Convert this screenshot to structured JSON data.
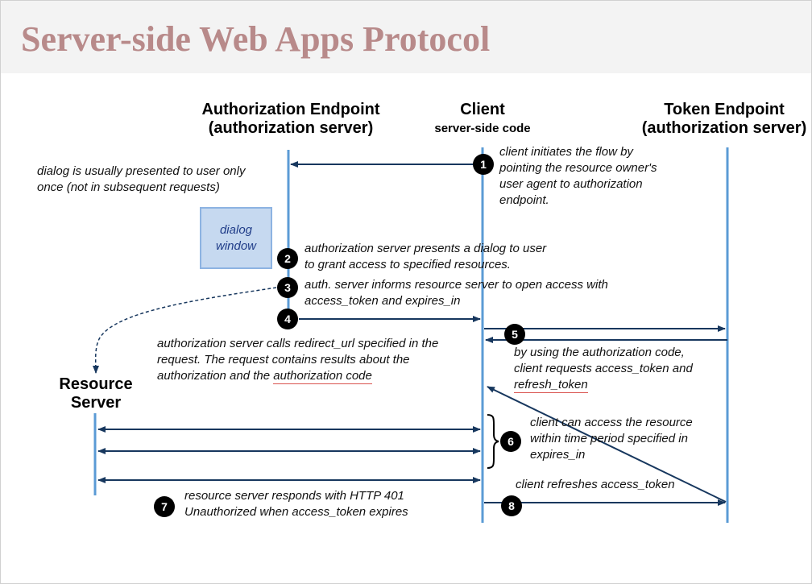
{
  "title": "Server-side Web Apps Protocol",
  "headers": {
    "auth_endpoint": {
      "line1": "Authorization Endpoint",
      "line2": "(authorization server)"
    },
    "client": {
      "line1": "Client",
      "line2": "server-side code"
    },
    "token_endpoint": {
      "line1": "Token Endpoint",
      "line2": "(authorization server)"
    },
    "resource_server": {
      "line1": "Resource",
      "line2": "Server"
    }
  },
  "dialog_window": {
    "line1": "dialog",
    "line2": "window"
  },
  "notes": {
    "dialog_once": [
      "dialog is usually presented to user only",
      "once (not in subsequent requests)"
    ],
    "step1": [
      "client initiates the flow by",
      "pointing the resource owner's",
      "user agent to authorization",
      "endpoint."
    ],
    "step2": [
      "authorization server presents a dialog to user",
      "to grant access to specified resources."
    ],
    "step3": [
      "auth. server informs resource server to open access with",
      "access_token and expires_in"
    ],
    "step4": [
      "authorization server calls redirect_url specified in the",
      "request. The request contains results about the",
      "authorization and the "
    ],
    "step4_underlined": "authorization code",
    "step5": [
      "by using the authorization code,",
      "client requests access_token and"
    ],
    "step5_underlined": "refresh_token",
    "step6": [
      "client can access the resource",
      "within time period specified in",
      "expires_in"
    ],
    "step7": [
      "resource server responds with HTTP 401",
      "Unauthorized when access_token expires"
    ],
    "step8": "client refreshes access_token"
  },
  "steps": [
    "1",
    "2",
    "3",
    "4",
    "5",
    "6",
    "7",
    "8"
  ],
  "colors": {
    "arrow": "#17375e",
    "lifeline": "#5b9bd5",
    "title": "#b88a8a",
    "dialog_fill": "#c6d9f0",
    "underline": "#d9534f"
  }
}
